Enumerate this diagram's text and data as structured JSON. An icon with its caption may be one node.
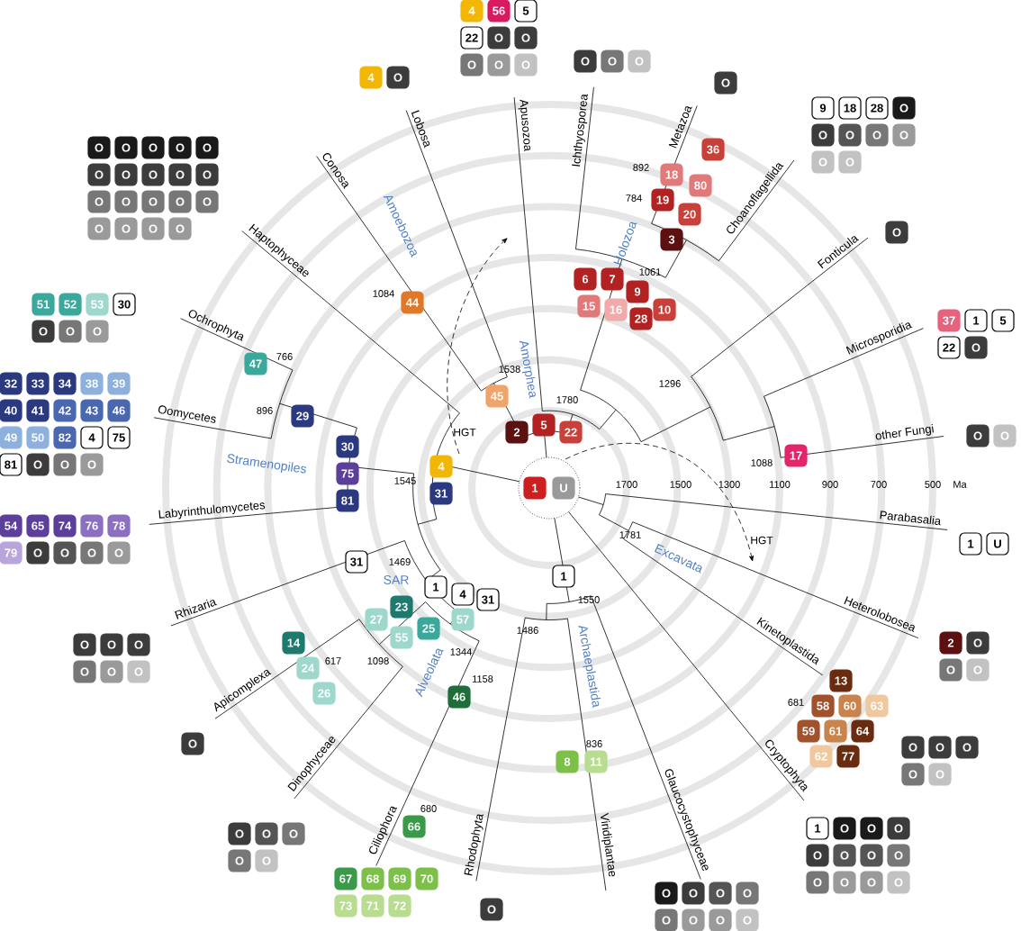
{
  "diagram": {
    "labels": [
      "O",
      "O",
      "O",
      "O",
      "O",
      "O",
      "O",
      "O",
      "O",
      "O",
      "O",
      "O",
      "O",
      "O",
      "O",
      "O",
      "O",
      "O",
      "O",
      "4",
      "56",
      "5",
      "22",
      "O",
      "O",
      "O",
      "O",
      "O",
      "4",
      "O",
      "O",
      "O",
      "O",
      "O",
      "9",
      "18",
      "28",
      "O",
      "O",
      "O",
      "O",
      "O",
      "O",
      "O",
      "O",
      "51",
      "52",
      "53",
      "30",
      "O",
      "O",
      "O",
      "37",
      "1",
      "5",
      "22",
      "O",
      "32",
      "33",
      "34",
      "38",
      "39",
      "40",
      "41",
      "42",
      "43",
      "46",
      "49",
      "50",
      "82",
      "4",
      "75",
      "81",
      "O",
      "O",
      "O",
      "O",
      "O",
      "54",
      "65",
      "74",
      "76",
      "78",
      "79",
      "O",
      "O",
      "O",
      "O",
      "1",
      "U",
      "O",
      "O",
      "O",
      "O",
      "O",
      "O",
      "2",
      "O",
      "O",
      "O",
      "13",
      "58",
      "60",
      "63",
      "59",
      "61",
      "64",
      "62",
      "77",
      "O",
      "O",
      "O",
      "O",
      "O",
      "O",
      "O",
      "O",
      "O",
      "O",
      "O",
      "1",
      "O",
      "O",
      "O",
      "O",
      "O",
      "O",
      "O",
      "O",
      "O",
      "O",
      "O",
      "67",
      "68",
      "69",
      "70",
      "73",
      "71",
      "72",
      "O",
      "O",
      "O",
      "O",
      "O",
      "O",
      "O",
      "O",
      "O",
      "4",
      "31",
      "30",
      "75",
      "81",
      "29",
      "47",
      "44",
      "45",
      "2",
      "5",
      "22",
      "6",
      "7",
      "9",
      "15",
      "16",
      "10",
      "28",
      "3",
      "19",
      "20",
      "18",
      "80",
      "36",
      "17",
      "1",
      "U",
      "1",
      "31",
      "1",
      "4",
      "31",
      "23",
      "27",
      "25",
      "55",
      "57",
      "14",
      "24",
      "26",
      "46",
      "66",
      "8",
      "11",
      "1084",
      "1538",
      "1780",
      "892",
      "784",
      "1061",
      "1296",
      "1088",
      "766",
      "896",
      "1545",
      "1469",
      "1781",
      "1098",
      "1344",
      "617",
      "1158",
      "1550",
      "1486",
      "836",
      "681",
      "680",
      "1700",
      "1500",
      "1300",
      "1100",
      "900",
      "700",
      "500",
      "Ma",
      "HGT",
      "HGT",
      "Lobosa",
      "Apusozoa",
      "Ichthyosporea",
      "Metazoa",
      "Conosa",
      "Choanoflagellida",
      "Haptophyceae",
      "Fonticula",
      "Ochrophyta",
      "Microsporidia",
      "Oomycetes",
      "other Fungi",
      "Labyrinthulomycetes",
      "Parabasalia",
      "Rhizaria",
      "Heterolobosea",
      "Kinetoplastida",
      "Apicomplexa",
      "Dinophyceae",
      "Ciliophora",
      "Rhodophyta",
      "Viridiplantae",
      "Glaucocystophyceae",
      "Cryptophyta",
      "Amoebozoa",
      "Amorphea",
      "Holozoa",
      "Stramenopiles",
      "SAR",
      "Alveolata",
      "Archaeplastida",
      "Excavata"
    ]
  }
}
